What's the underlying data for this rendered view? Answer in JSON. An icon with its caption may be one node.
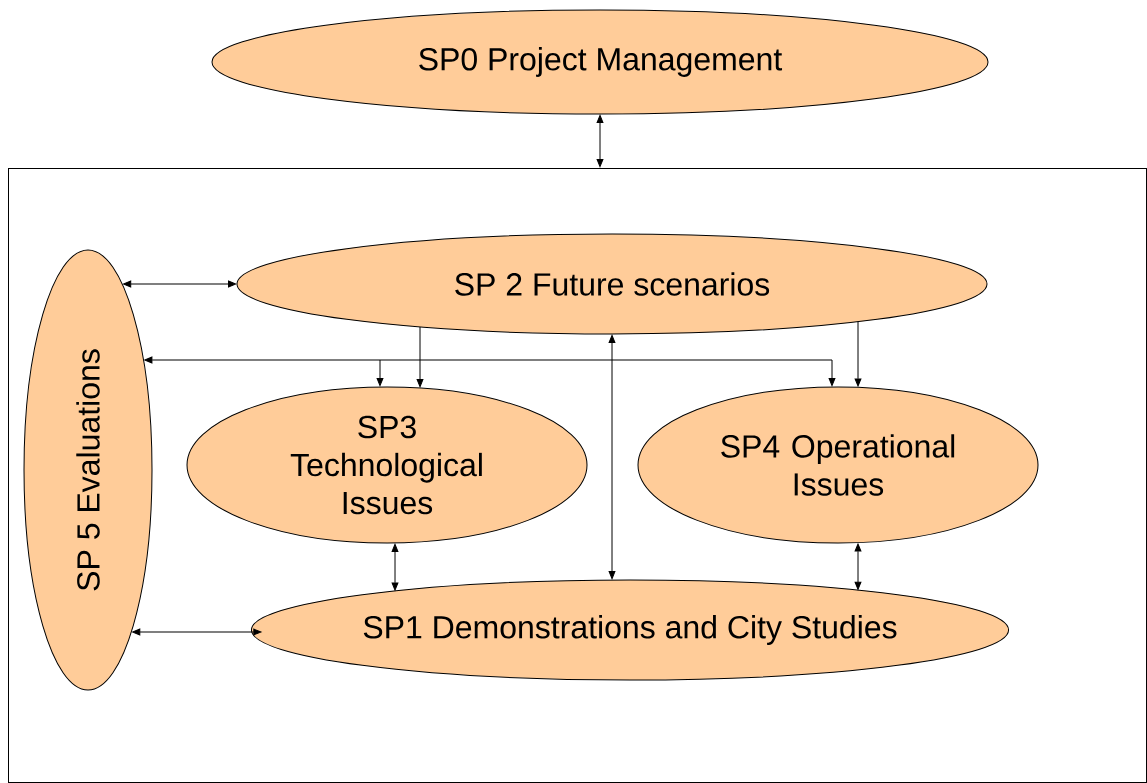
{
  "diagram": {
    "nodes": [
      {
        "text": [
          "SP0 Project Management"
        ]
      },
      {
        "text": [],
        "shape": "box"
      },
      {
        "text": [
          "SP 2 Future scenarios"
        ],
        "in": 1
      },
      {
        "text": [
          "SP 5 Evaluations"
        ],
        "in": 1
      },
      {
        "text": [
          "SP3 Technological Issues"
        ],
        "in": 1
      },
      {
        "text": [
          "SP4 Operational Issues"
        ],
        "in": 1
      },
      {
        "text": [
          "SP1 Demonstrations and City Studies"
        ],
        "in": 1
      }
    ],
    "edges": [
      {
        "from": 0,
        "to": 1,
        "arrow": "both"
      },
      {
        "from": 3,
        "to": 2,
        "arrow": "both"
      },
      {
        "from": 2,
        "to": 4,
        "arrow": "to"
      },
      {
        "from": 2,
        "to": 5,
        "arrow": "to"
      },
      {
        "from": 3,
        "to": 4,
        "arrow": "both"
      },
      {
        "from": 3,
        "to": 5,
        "arrow": "both"
      },
      {
        "from": 2,
        "to": 6,
        "arrow": "both"
      },
      {
        "from": 4,
        "to": 6,
        "arrow": "both"
      },
      {
        "from": 5,
        "to": 6,
        "arrow": "both"
      },
      {
        "from": 3,
        "to": 6,
        "arrow": "both"
      }
    ]
  }
}
